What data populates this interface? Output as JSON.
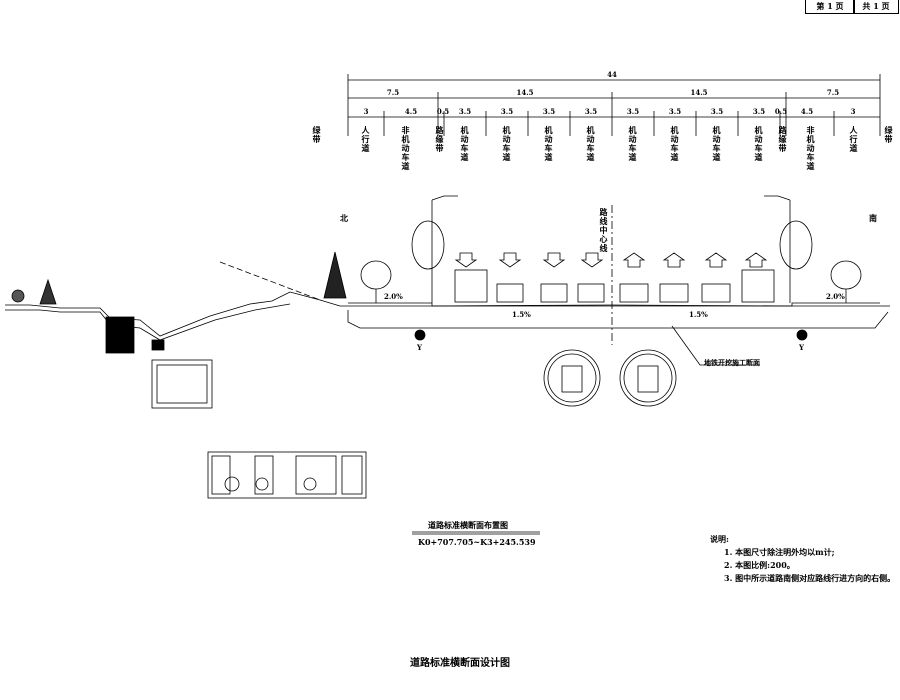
{
  "page_tabs": {
    "page_current": "第 1 页",
    "page_total": "共 1 页"
  },
  "dimensions": {
    "total": "44",
    "group": [
      "7.5",
      "14.5",
      "14.5",
      "7.5"
    ],
    "lanes": [
      "3",
      "4.5",
      "0.5",
      "3.5",
      "3.5",
      "3.5",
      "3.5",
      "3.5",
      "3.5",
      "3.5",
      "3.5",
      "0.5",
      "4.5",
      "3"
    ]
  },
  "lane_labels": [
    "绿带",
    "人行道",
    "非机动车道",
    "路缘带",
    "机动车道",
    "机动车道",
    "机动车道",
    "机动车道",
    "机动车道",
    "机动车道",
    "机动车道",
    "机动车道",
    "路缘带",
    "非机动车道",
    "人行道",
    "绿带"
  ],
  "directions": {
    "north": "北",
    "south": "南"
  },
  "centerline_label": "路线中心线",
  "slopes": {
    "left_sidewalk": "2.0%",
    "left_road": "1.5%",
    "right_road": "1.5%",
    "right_sidewalk": "2.0%"
  },
  "pipe_labels": {
    "left": "Y",
    "right": "Y"
  },
  "subway_label": "地铁开挖施工断面",
  "layout_title": "道路标准横断面布置图",
  "station_range": "K0+707.705~K3+245.539",
  "notes": {
    "heading": "说明:",
    "items": [
      "1. 本图尺寸除注明外均以m计;",
      "2. 本图比例:200。",
      "3. 图中所示道路南侧对应路线行进方向的右侧。"
    ]
  },
  "drawing_title": "道路标准横断面设计图",
  "colors": {
    "line": "#000000",
    "background": "#ffffff"
  }
}
